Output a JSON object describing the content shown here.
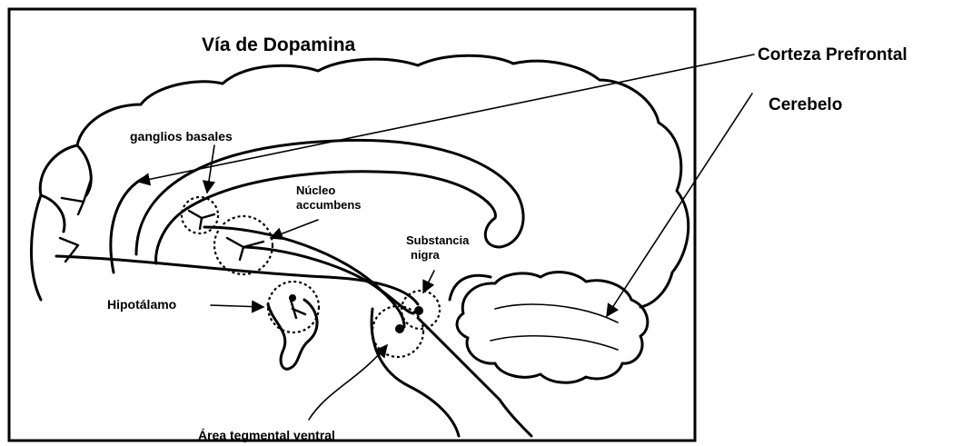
{
  "diagram": {
    "title": "Vía de Dopamina",
    "labels": {
      "prefrontal": "Corteza Prefrontal",
      "cerebellum": "Cerebelo",
      "basal_ganglia": "ganglios basales",
      "accumbens_line1": "Núcleo",
      "accumbens_line2": "accumbens",
      "nigra_line1": "Substancia",
      "nigra_line2": "nigra",
      "hypothalamus": "Hipotálamo",
      "vta": "Área tegmental ventral"
    }
  }
}
